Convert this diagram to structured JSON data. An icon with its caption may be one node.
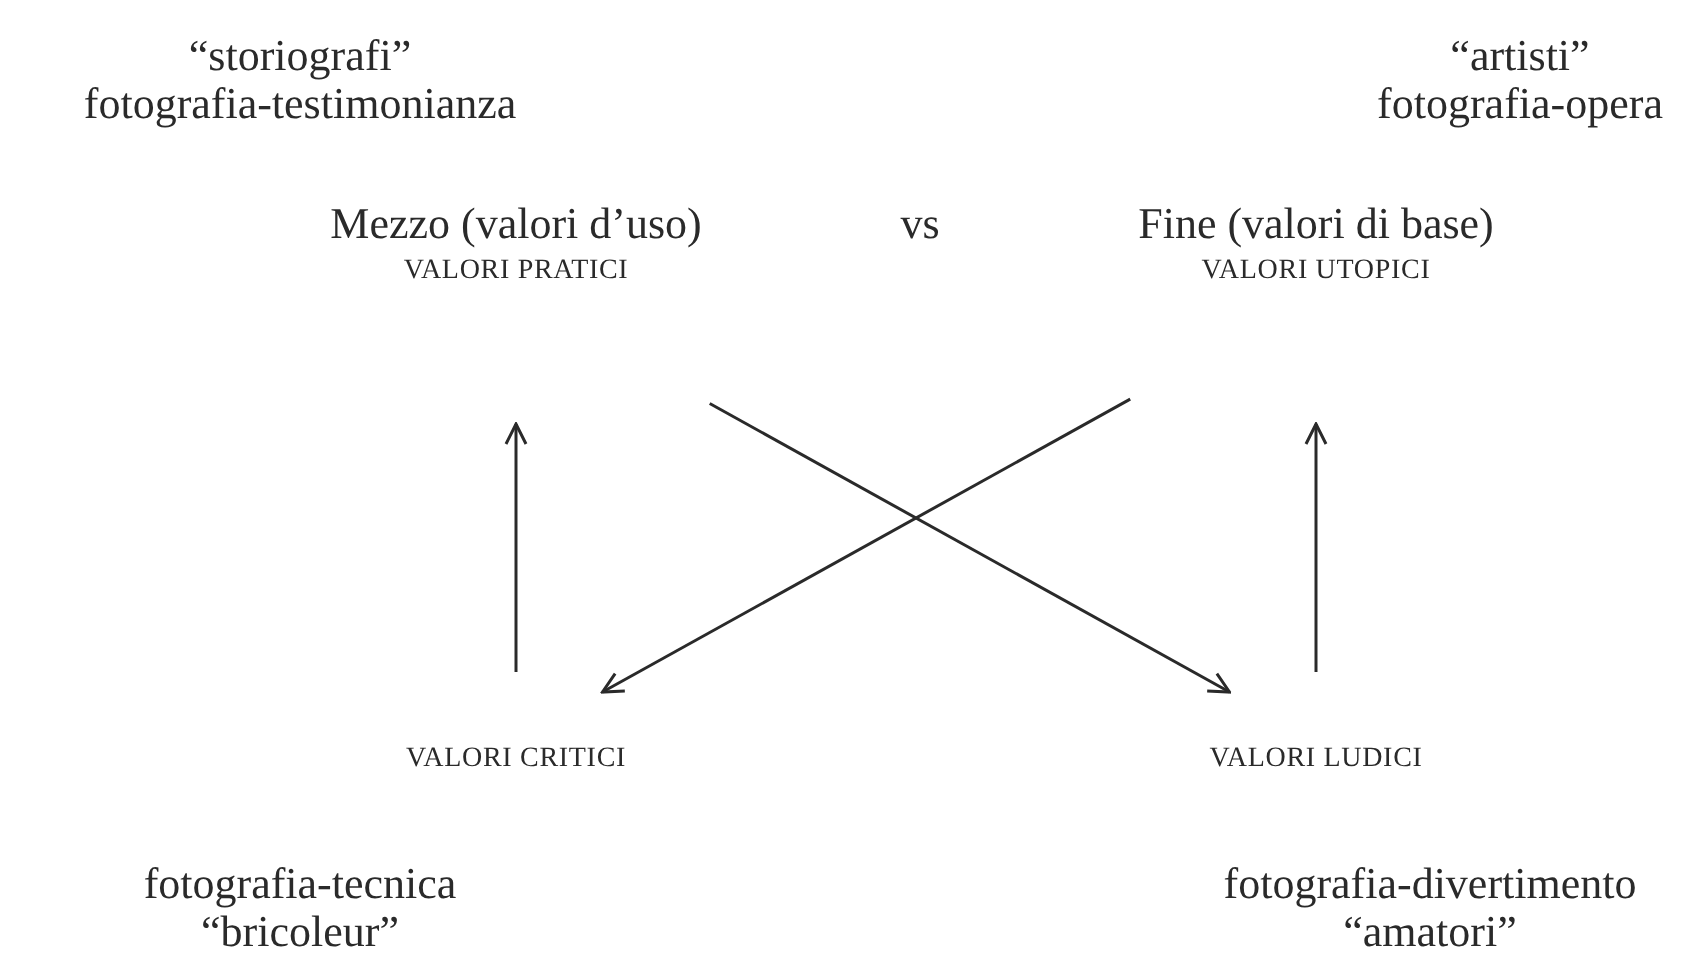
{
  "diagram": {
    "nodes": [
      {
        "text": [
          "Mezzo (valori d’uso)",
          "VALORI PRATICI"
        ],
        "beside": [
          "“storiografi”",
          "fotografia-testimonianza"
        ]
      },
      {
        "text": [
          "Fine (valori di base)",
          "VALORI UTOPICI"
        ],
        "beside": [
          "“artisti”",
          "fotografia-opera"
        ]
      },
      {
        "text": [
          "VALORI CRITICI"
        ],
        "beside": [
          "fotografia-tecnica",
          "“bricoleur”"
        ]
      },
      {
        "text": [
          "VALORI LUDICI"
        ],
        "beside": [
          "fotografia-divertimento",
          "“amatori”"
        ]
      }
    ],
    "edges": [
      {
        "from": 2,
        "to": 0,
        "arrow": "to"
      },
      {
        "from": 3,
        "to": 1,
        "arrow": "to"
      },
      {
        "from": 0,
        "to": 3,
        "arrow": "to"
      },
      {
        "from": 1,
        "to": 2,
        "arrow": "to"
      }
    ],
    "labels": [
      "vs"
    ]
  }
}
